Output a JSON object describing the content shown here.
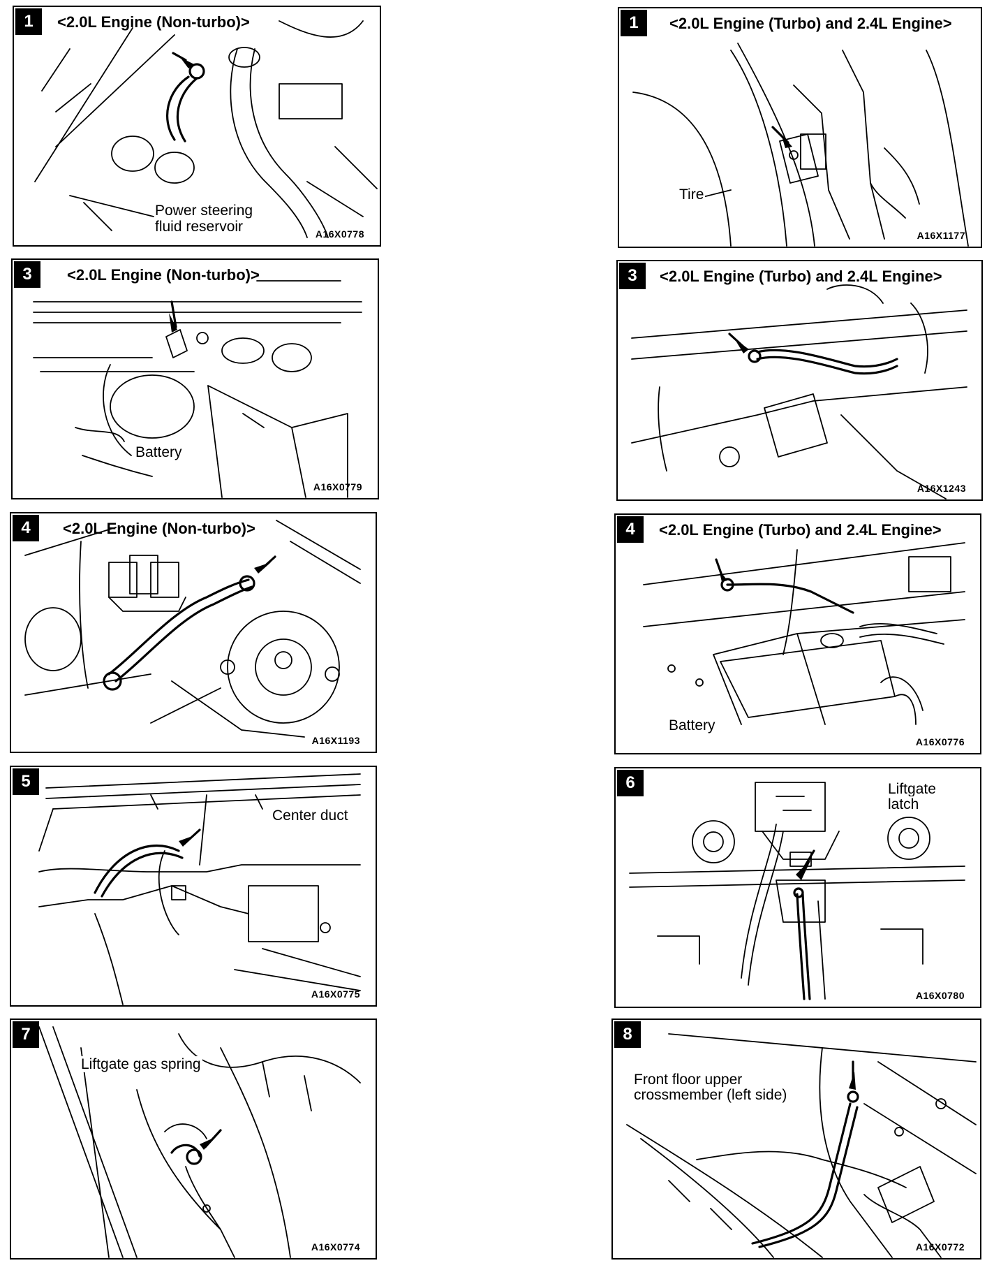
{
  "panels": [
    {
      "number": "1",
      "title": "<2.0L Engine (Non-turbo)>",
      "code": "A16X0778",
      "labels": [
        "Power  steering",
        "fluid reservoir"
      ]
    },
    {
      "number": "1",
      "title": "<2.0L Engine (Turbo) and 2.4L Engine>",
      "code": "A16X1177",
      "labels": [
        "Tire"
      ]
    },
    {
      "number": "3",
      "title": "<2.0L Engine (Non-turbo)>",
      "code": "A16X0779",
      "labels": [
        "Battery"
      ]
    },
    {
      "number": "3",
      "title": "<2.0L Engine (Turbo) and 2.4L Engine>",
      "code": "A16X1243",
      "labels": []
    },
    {
      "number": "4",
      "title": "<2.0L Engine (Non-turbo)>",
      "code": "A16X1193",
      "labels": []
    },
    {
      "number": "4",
      "title": "<2.0L Engine (Turbo) and 2.4L Engine>",
      "code": "A16X0776",
      "labels": [
        "Battery"
      ]
    },
    {
      "number": "5",
      "title": "",
      "code": "A16X0775",
      "labels": [
        "Center duct"
      ]
    },
    {
      "number": "6",
      "title": "",
      "code": "A16X0780",
      "labels": [
        "Liftgate",
        "latch"
      ]
    },
    {
      "number": "7",
      "title": "",
      "code": "A16X0774",
      "labels": [
        "Liftgate gas spring"
      ]
    },
    {
      "number": "8",
      "title": "",
      "code": "A16X0772",
      "labels": [
        "Front floor upper",
        "crossmember (left side)"
      ]
    }
  ]
}
